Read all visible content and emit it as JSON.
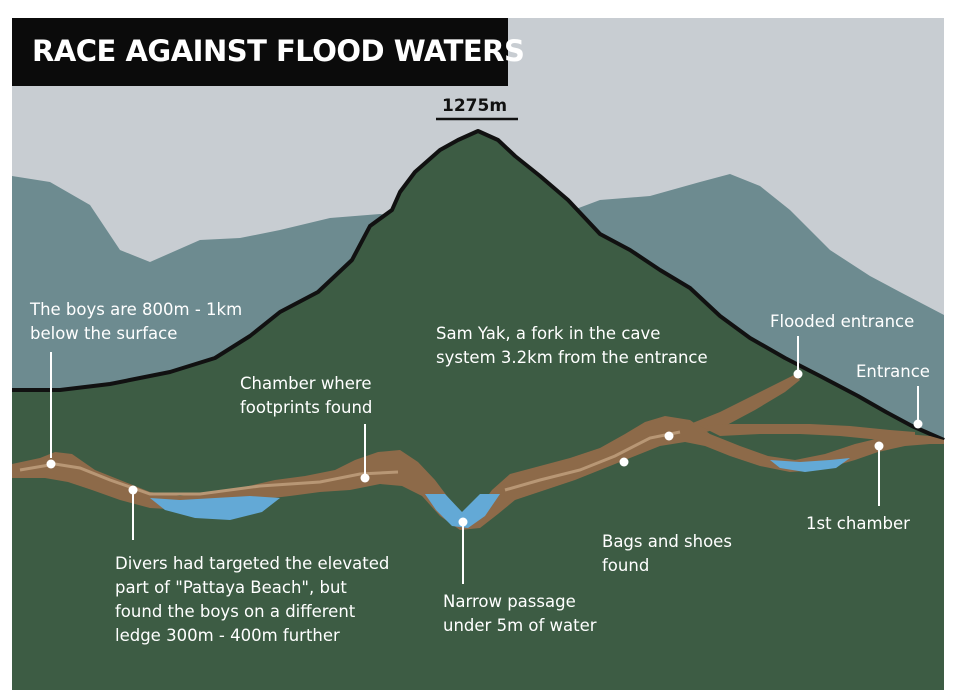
{
  "title": "RACE AGAINST FLOOD WATERS",
  "peak_height": "1275m",
  "labels": {
    "boys_depth": "The boys are 800m - 1km\nbelow the surface",
    "chamber_footprints": "Chamber where\nfootprints found",
    "sam_yak": "Sam Yak, a fork in the cave\nsystem 3.2km from the entrance",
    "flooded_entrance": "Flooded entrance",
    "entrance": "Entrance",
    "divers": "Divers had targeted the elevated\npart of \"Pattaya Beach\", but\nfound the boys on a different\nledge 300m - 400m further",
    "narrow_passage": "Narrow passage\nunder 5m of water",
    "bags_shoes": "Bags and shoes\nfound",
    "first_chamber": "1st chamber"
  },
  "colors": {
    "sky": "#c8cdd2",
    "back_mountains": "#6d8b90",
    "mountain": "#3d5c44",
    "cave": "#8d6a49",
    "water": "#63a9d6",
    "outline": "#111111",
    "title_bg": "#0b0b0b"
  }
}
